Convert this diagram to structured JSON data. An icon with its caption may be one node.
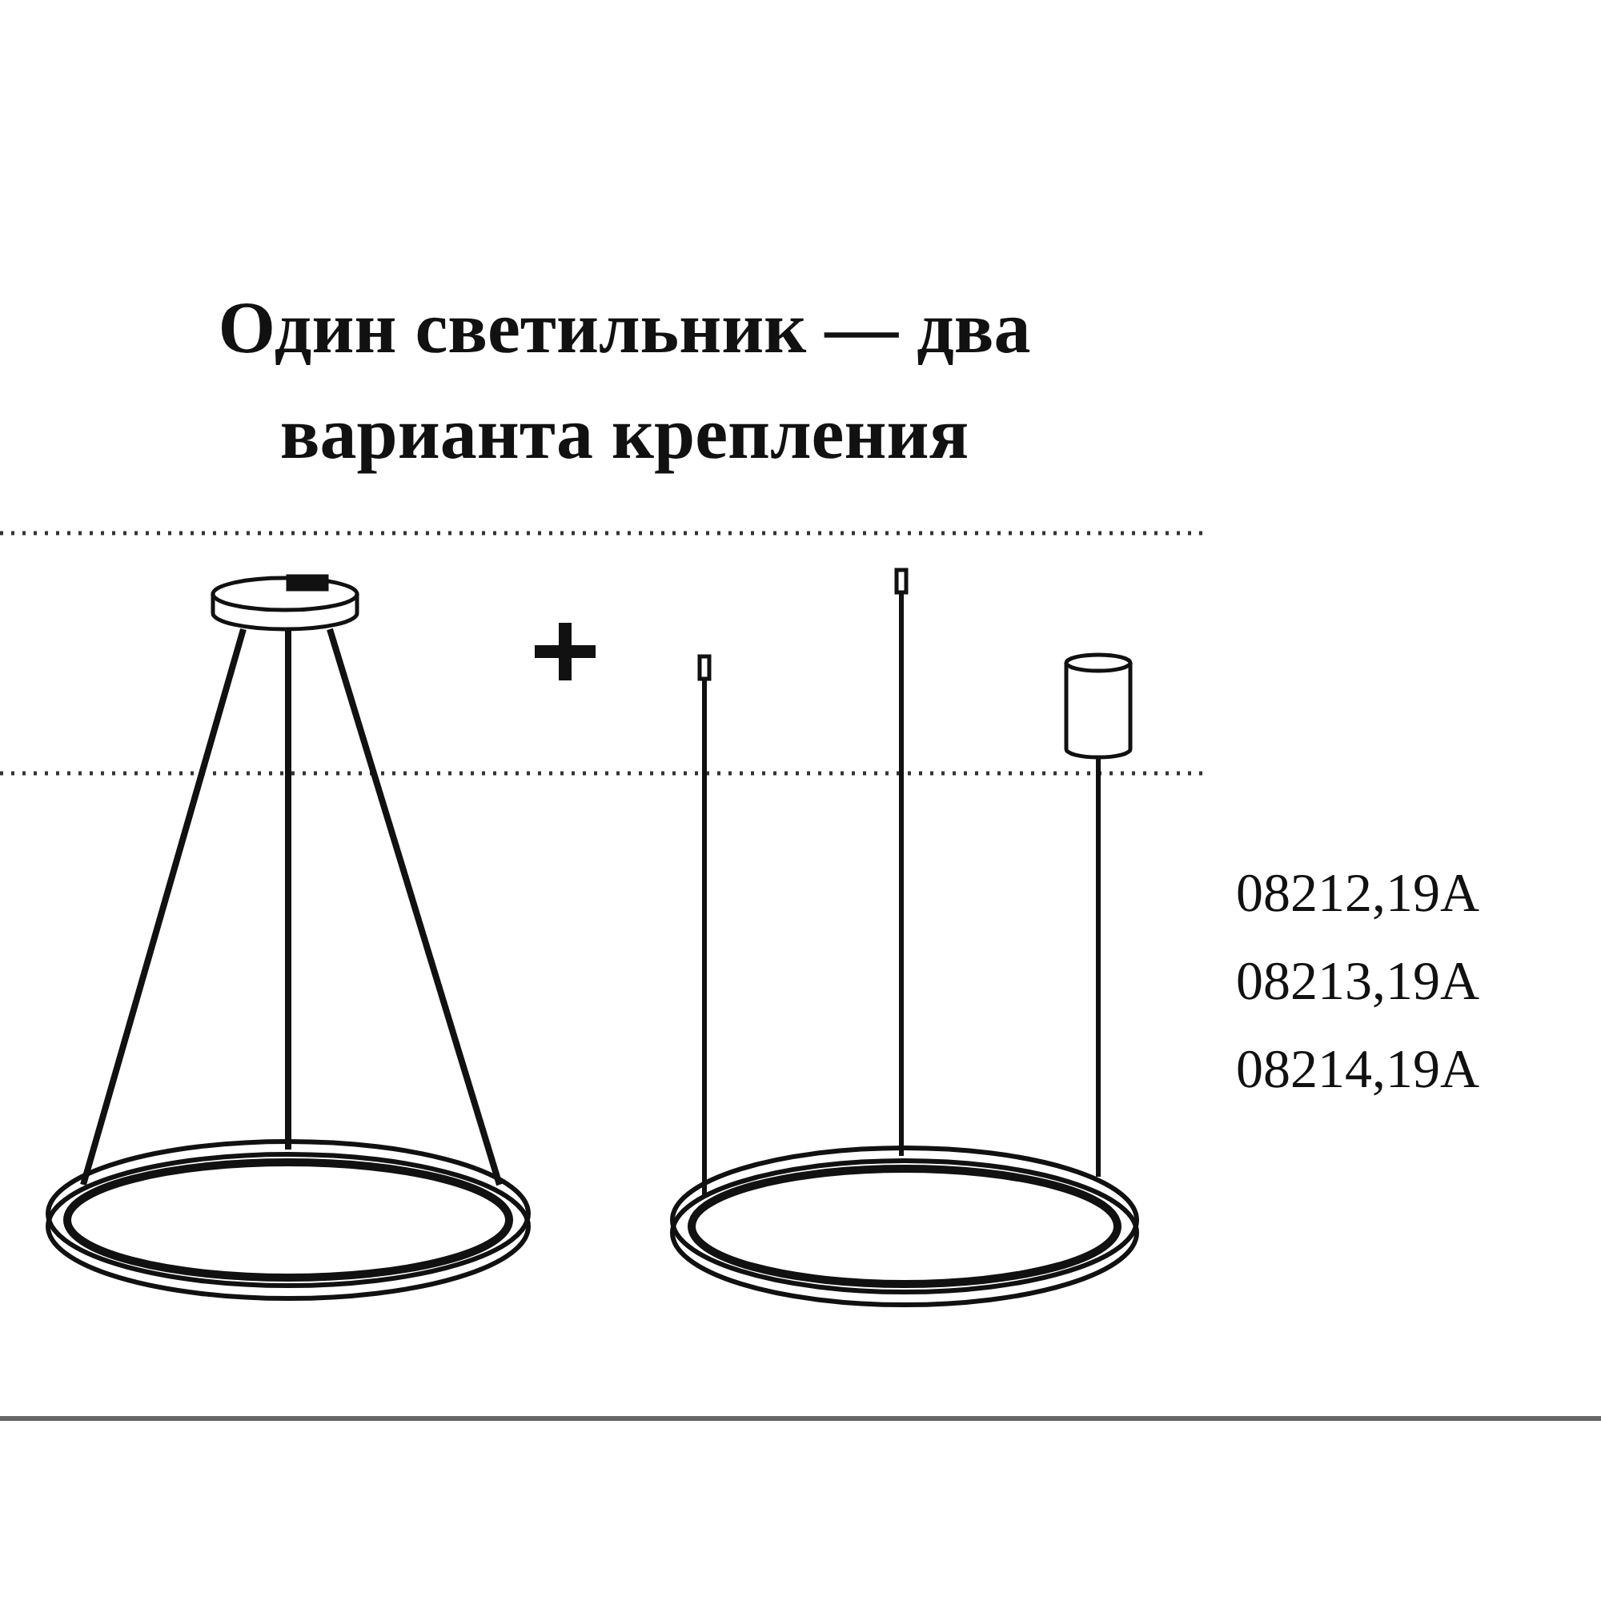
{
  "diagram": {
    "title": "Один светильник — два варианта крепления",
    "labels": [
      "08212,19A",
      "08213,19A",
      "08214,19A"
    ]
  }
}
